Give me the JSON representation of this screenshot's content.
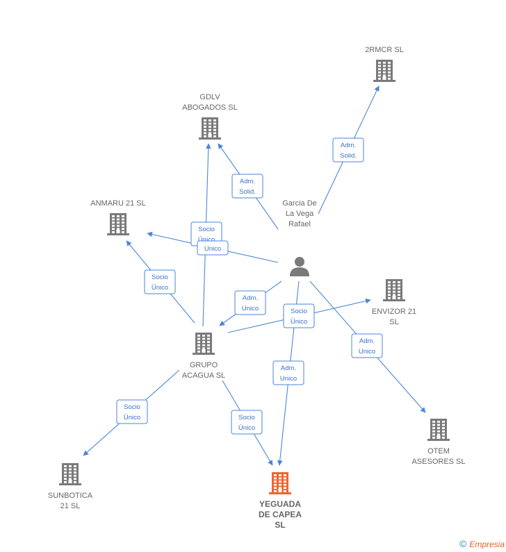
{
  "nodes": [
    {
      "id": "2rmcr",
      "type": "company",
      "lines": [
        "2RMCR  SL"
      ],
      "label_pos": "above"
    },
    {
      "id": "gdlv",
      "type": "company",
      "lines": [
        "GDLV",
        "ABOGADOS  SL"
      ],
      "label_pos": "above"
    },
    {
      "id": "anmaru",
      "type": "company",
      "lines": [
        "ANMARU 21  SL"
      ],
      "label_pos": "above"
    },
    {
      "id": "garcia",
      "type": "person",
      "lines": [
        "Garcia De",
        "La Vega",
        "Rafael"
      ],
      "label_pos": "above"
    },
    {
      "id": "envizor",
      "type": "company",
      "lines": [
        "ENVIZOR 21",
        "SL"
      ],
      "label_pos": "below"
    },
    {
      "id": "grupo",
      "type": "company",
      "lines": [
        "GRUPO",
        "ACAGUA  SL"
      ],
      "label_pos": "below"
    },
    {
      "id": "otem",
      "type": "company",
      "lines": [
        "OTEM",
        "ASESORES  SL"
      ],
      "label_pos": "below"
    },
    {
      "id": "sunbotica",
      "type": "company",
      "lines": [
        "SUNBOTICA",
        "21  SL"
      ],
      "label_pos": "below"
    },
    {
      "id": "yeguada",
      "type": "company",
      "main": true,
      "lines": [
        "YEGUADA",
        "DE CAPEA",
        "SL"
      ],
      "label_pos": "below"
    }
  ],
  "edges": [
    {
      "from": "garcia",
      "to": "2rmcr",
      "label": [
        "Adm.",
        "Solid."
      ]
    },
    {
      "from": "garcia",
      "to": "gdlv",
      "label": [
        "Adm.",
        "Solid."
      ]
    },
    {
      "from": "garcia",
      "to": "anmaru",
      "label": [
        "Socio",
        "Único"
      ]
    },
    {
      "from": "grupo",
      "to": "gdlv",
      "label": [
        "Socio",
        "Único"
      ]
    },
    {
      "from": "garcia",
      "to": "anmaru",
      "label": [
        "Unico"
      ],
      "hidden_line": true
    },
    {
      "from": "grupo",
      "to": "anmaru",
      "label": [
        "Socio",
        "Único"
      ]
    },
    {
      "from": "garcia",
      "to": "grupo",
      "label": [
        "Adm.",
        "Unico"
      ]
    },
    {
      "from": "grupo",
      "to": "envizor",
      "label": [
        "Socio",
        "Único"
      ]
    },
    {
      "from": "garcia",
      "to": "otem",
      "label": [
        "Adm.",
        "Unico"
      ]
    },
    {
      "from": "garcia",
      "to": "yeguada",
      "label": [
        "Adm.",
        "Unico"
      ]
    },
    {
      "from": "grupo",
      "to": "sunbotica",
      "label": [
        "Socio",
        "Único"
      ]
    },
    {
      "from": "grupo",
      "to": "yeguada",
      "label": [
        "Socio",
        "Único"
      ]
    }
  ],
  "colors": {
    "edge": "#4a86d8",
    "company": "#7a7a7a",
    "main_company": "#f26532",
    "person": "#7a7a7a"
  },
  "footer": {
    "copyright": "©",
    "brand": "Empresia"
  }
}
